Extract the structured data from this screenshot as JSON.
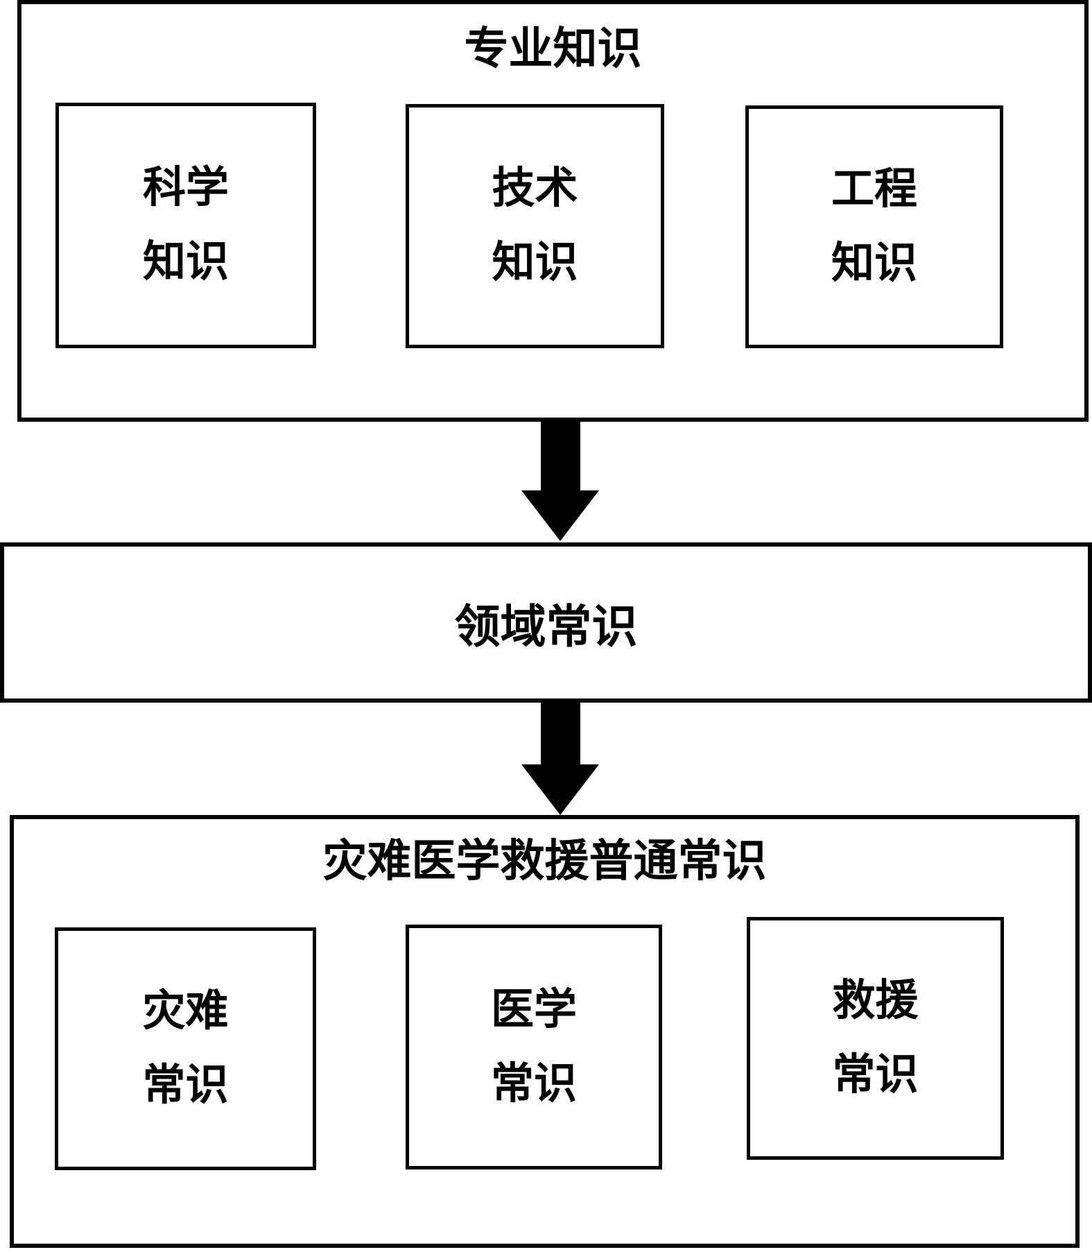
{
  "diagram": {
    "top_section": {
      "title": "专业知识",
      "items": [
        {
          "line1": "科学",
          "line2": "知识"
        },
        {
          "line1": "技术",
          "line2": "知识"
        },
        {
          "line1": "工程",
          "line2": "知识"
        }
      ]
    },
    "middle_band": {
      "title": "领域常识"
    },
    "bottom_section": {
      "title": "灾难医学救援普通常识",
      "items": [
        {
          "line1": "灾难",
          "line2": "常识"
        },
        {
          "line1": "医学",
          "line2": "常识"
        },
        {
          "line1": "救援",
          "line2": "常识"
        }
      ]
    },
    "colors": {
      "stroke": "#000000",
      "background": "#ffffff"
    }
  }
}
